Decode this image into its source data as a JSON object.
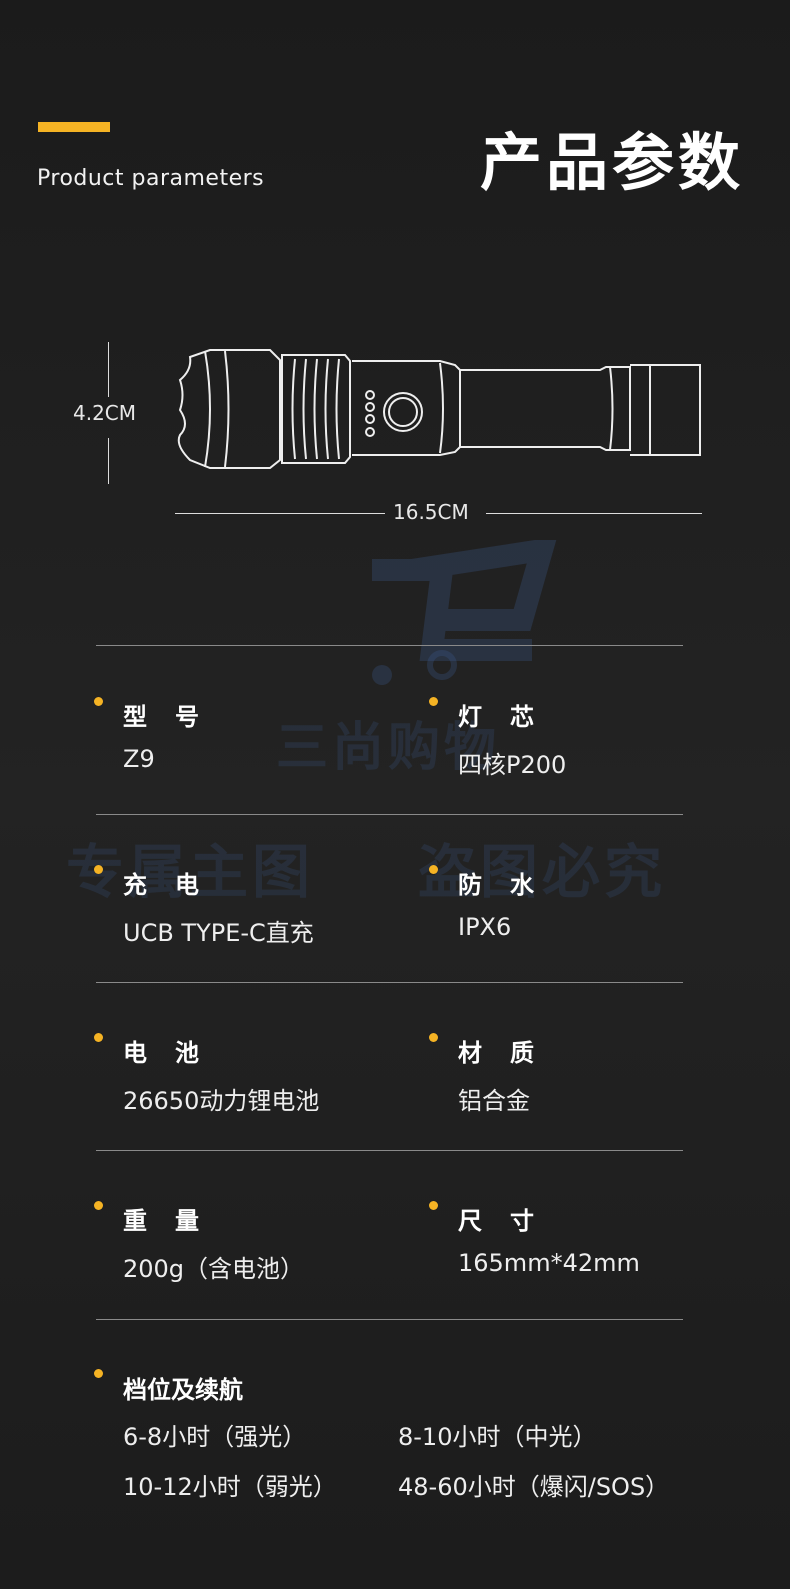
{
  "header": {
    "title": "产品参数",
    "subtitle": "Product parameters",
    "accent": "#f5b324"
  },
  "diagram": {
    "height_label": "4.2CM",
    "length_label": "16.5CM"
  },
  "watermark": {
    "line1": "三尚购物",
    "left": "专属主图",
    "right": "盗图必究"
  },
  "specs": [
    {
      "label": "型　号",
      "value": "Z9"
    },
    {
      "label": "灯　芯",
      "value": "四核P200"
    },
    {
      "label": "充　电",
      "value": "UCB TYPE-C直充"
    },
    {
      "label": "防　水",
      "value": "IPX6"
    },
    {
      "label": "电　池",
      "value": "26650动力锂电池"
    },
    {
      "label": "材　质",
      "value": "铝合金"
    },
    {
      "label": "重　量",
      "value": "200g（含电池）"
    },
    {
      "label": "尺　寸",
      "value": "165mm*42mm"
    }
  ],
  "runtime": {
    "label": "档位及续航",
    "items": [
      "6-8小时（强光）",
      "8-10小时（中光）",
      "10-12小时（弱光）",
      "48-60小时（爆闪/SOS）"
    ]
  }
}
